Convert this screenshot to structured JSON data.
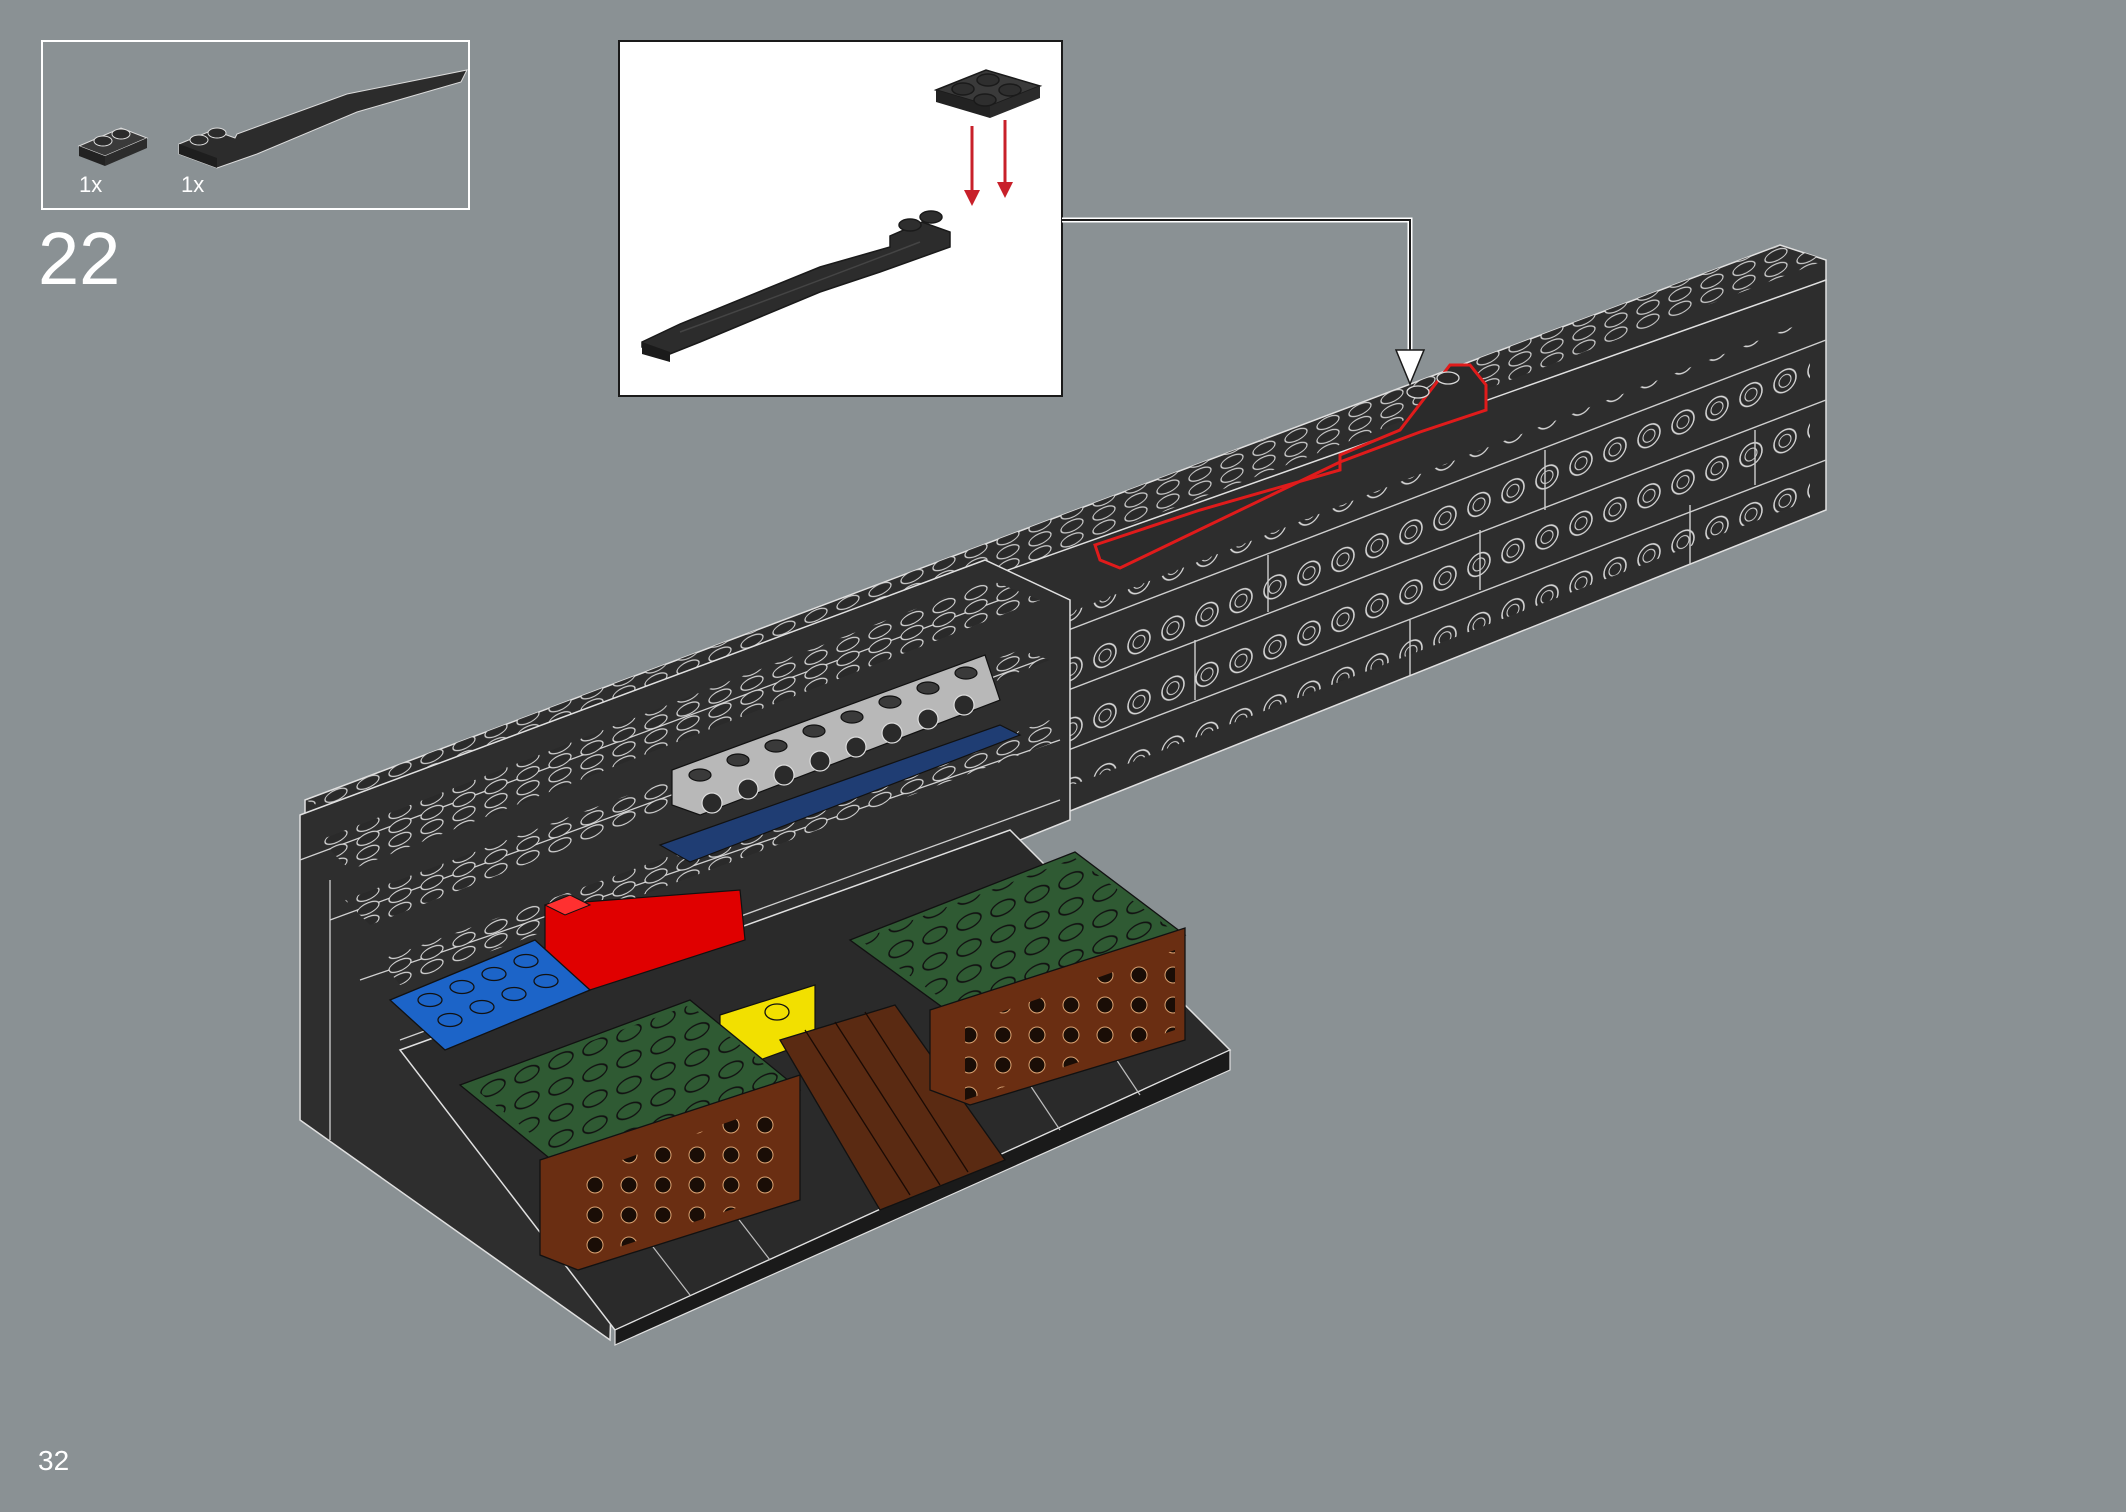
{
  "step": {
    "number": "22"
  },
  "page": {
    "number": "32"
  },
  "parts_list": [
    {
      "part": "plate-1x2",
      "color": "#2b2b2b",
      "quantity": "1x"
    },
    {
      "part": "curved-slope-plate",
      "color": "#2b2b2b",
      "quantity": "1x"
    }
  ],
  "callout": {
    "part": "plate-1x2-on-curved-slope",
    "arrow_color": "#c8202a"
  },
  "colors": {
    "background": "#8a9194",
    "dark_bluish_gray": "#2e2e2e",
    "highlight": "#e01b1b",
    "red": "#e00000",
    "blue": "#1c64c8",
    "dark_blue": "#1f3d73",
    "light_gray": "#b8b8b8",
    "yellow": "#f2e000",
    "green": "#2f5a33",
    "brown": "#5a2a12",
    "reddish_brown": "#6a2e12"
  }
}
